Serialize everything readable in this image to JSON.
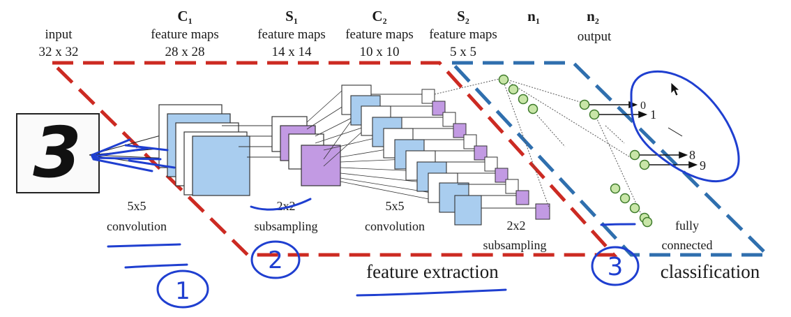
{
  "headers": {
    "input": {
      "line1": "input",
      "line2": "32 x 32"
    },
    "c1": {
      "main": "C",
      "sub": "1",
      "line1": "feature maps",
      "line2": "28 x 28"
    },
    "s1": {
      "main": "S",
      "sub": "1",
      "line1": "feature maps",
      "line2": "14 x 14"
    },
    "c2": {
      "main": "C",
      "sub": "2",
      "line1": "feature maps",
      "line2": "10 x 10"
    },
    "s2": {
      "main": "S",
      "sub": "2",
      "line1": "feature maps",
      "line2": "5 x 5"
    },
    "n1": {
      "main": "n",
      "sub": "1"
    },
    "n2": {
      "main": "n",
      "sub": "2",
      "line1": "output"
    }
  },
  "input_digit": "3",
  "operations": {
    "conv1": {
      "line1": "5x5",
      "line2": "convolution"
    },
    "sub1": {
      "line1": "2x2",
      "line2": "subsampling"
    },
    "conv2": {
      "line1": "5x5",
      "line2": "convolution"
    },
    "sub2": {
      "line1": "2x2",
      "line2": "subsampling"
    },
    "fc": {
      "line1": "fully",
      "line2": "connected"
    }
  },
  "outputs": {
    "o0": "0",
    "o1": "1",
    "o8": "8",
    "o9": "9"
  },
  "sections": {
    "feature_extraction": "feature extraction",
    "classification": "classification"
  },
  "annotations": {
    "a1": "1",
    "a2": "2",
    "a3": "3"
  },
  "colors": {
    "feature_extraction_border": "#cc2a22",
    "classification_border": "#2f6fae",
    "conv_map": "#a9cdef",
    "subsample_map": "#c29ae3",
    "neuron": "#c9e6a8",
    "ink": "#1f3fd0"
  }
}
